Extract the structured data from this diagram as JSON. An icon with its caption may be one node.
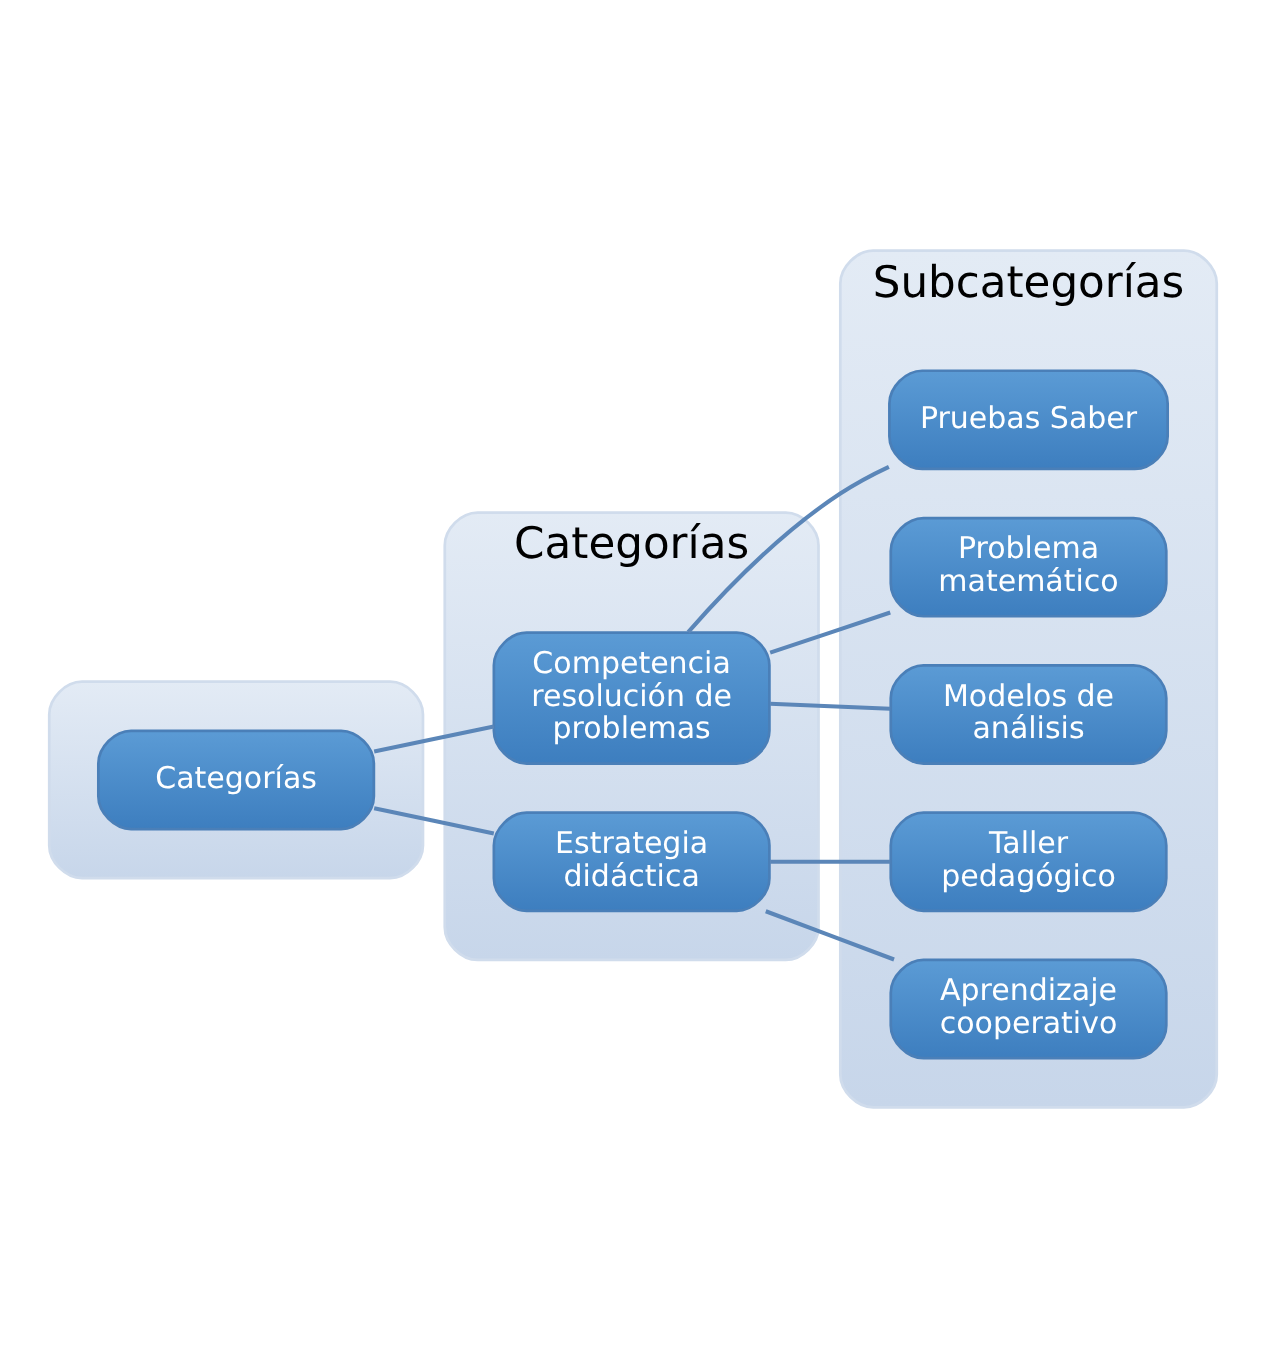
{
  "diagram": {
    "nodes": [
      {
        "text": [],
        "shape": "box"
      },
      {
        "text": [
          "Categorías"
        ]
      },
      {
        "text": [
          "Subcategorías"
        ]
      },
      {
        "text": [
          "Categorías"
        ],
        "in": 0
      },
      {
        "text": [
          "Competencia resolución de problemas"
        ],
        "in": 1
      },
      {
        "text": [
          "Estrategia didáctica"
        ],
        "in": 1
      },
      {
        "text": [
          "Pruebas Saber"
        ],
        "in": 2
      },
      {
        "text": [
          "Problema matemático"
        ],
        "in": 2
      },
      {
        "text": [
          "Modelos de análisis"
        ],
        "in": 2
      },
      {
        "text": [
          "Taller pedagógico"
        ],
        "in": 2
      },
      {
        "text": [
          "Aprendizaje cooperativo"
        ],
        "in": 2
      }
    ],
    "edges": [
      {
        "from": 3,
        "to": 4,
        "arrow": "none"
      },
      {
        "from": 3,
        "to": 5,
        "arrow": "none"
      },
      {
        "from": 4,
        "to": 6,
        "arrow": "none"
      },
      {
        "from": 4,
        "to": 7,
        "arrow": "none"
      },
      {
        "from": 4,
        "to": 8,
        "arrow": "none"
      },
      {
        "from": 5,
        "to": 9,
        "arrow": "none"
      },
      {
        "from": 5,
        "to": 10,
        "arrow": "none"
      }
    ]
  }
}
